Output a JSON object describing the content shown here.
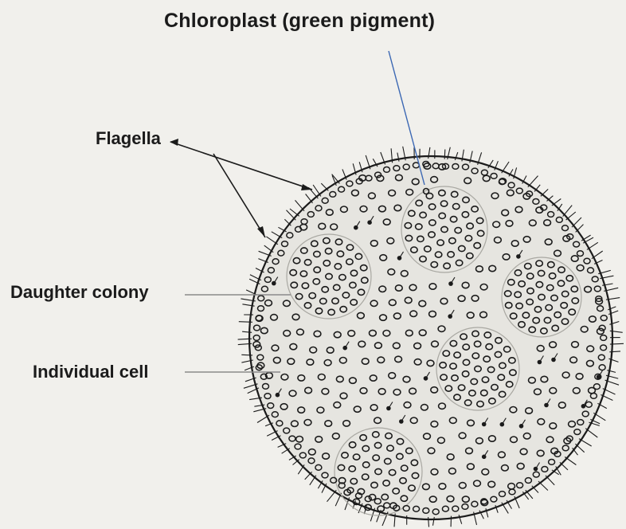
{
  "labels": {
    "chloroplast": "Chloroplast (green pigment)",
    "flagella": "Flagella",
    "daughter_colony": "Daughter colony",
    "individual_cell": "Individual cell"
  },
  "colors": {
    "background": "#f1f0ec",
    "ink": "#1b1b1b",
    "pointer_blue": "#3b67b3",
    "leader_gray": "#8a8a8a",
    "colony_fill": "#e6e5e0"
  }
}
